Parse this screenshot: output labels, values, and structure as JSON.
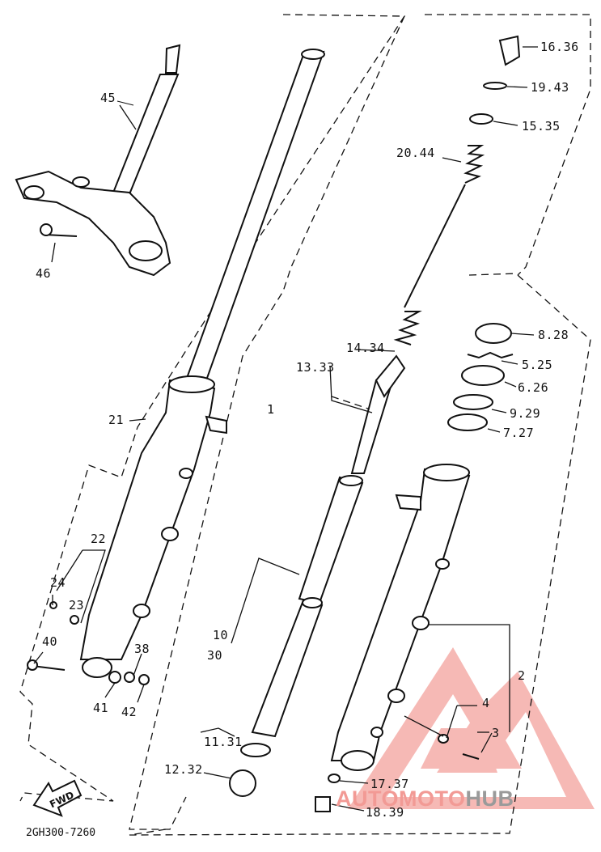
{
  "diagram": {
    "code": "2GH300-7260",
    "fwd_label": "FWD",
    "callouts": [
      {
        "id": "45",
        "text": "45"
      },
      {
        "id": "46",
        "text": "46"
      },
      {
        "id": "21",
        "text": "21"
      },
      {
        "id": "22",
        "text": "22"
      },
      {
        "id": "24",
        "text": "24"
      },
      {
        "id": "23",
        "text": "23"
      },
      {
        "id": "40",
        "text": "40"
      },
      {
        "id": "38",
        "text": "38"
      },
      {
        "id": "41",
        "text": "41"
      },
      {
        "id": "42",
        "text": "42"
      },
      {
        "id": "1",
        "text": "1"
      },
      {
        "id": "10",
        "text": "10"
      },
      {
        "id": "30",
        "text": "30"
      },
      {
        "id": "11-31",
        "text": "11.31"
      },
      {
        "id": "12-32",
        "text": "12.32"
      },
      {
        "id": "13-33",
        "text": "13.33"
      },
      {
        "id": "14-34",
        "text": "14.34"
      },
      {
        "id": "16-36",
        "text": "16.36"
      },
      {
        "id": "19-43",
        "text": "19.43"
      },
      {
        "id": "15-35",
        "text": "15.35"
      },
      {
        "id": "20-44",
        "text": "20.44"
      },
      {
        "id": "8-28",
        "text": "8.28"
      },
      {
        "id": "5-25",
        "text": "5.25"
      },
      {
        "id": "6-26",
        "text": "6.26"
      },
      {
        "id": "9-29",
        "text": "9.29"
      },
      {
        "id": "7-27",
        "text": "7.27"
      },
      {
        "id": "2",
        "text": "2"
      },
      {
        "id": "4",
        "text": "4"
      },
      {
        "id": "3",
        "text": "3"
      },
      {
        "id": "17-37",
        "text": "17.37"
      },
      {
        "id": "18-39",
        "text": "18.39"
      }
    ]
  },
  "watermark": {
    "part1": "AUTOMOTO",
    "part2": "HUB",
    "color1": "#f29a95",
    "color2": "#9a9a9a"
  }
}
